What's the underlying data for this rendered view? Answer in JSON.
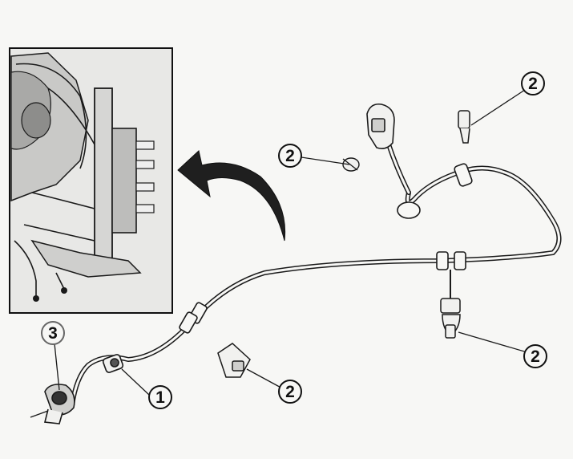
{
  "callouts": {
    "c1": "1",
    "c2a": "2",
    "c2b": "2",
    "c2c": "2",
    "c2d": "2",
    "c3": "3"
  },
  "colors": {
    "ink": "#1a1a1a",
    "paper": "#f7f7f5",
    "inset_fill": "#d9d9d9"
  },
  "icons": {
    "direction_arrow": "curved-arrow-left"
  }
}
